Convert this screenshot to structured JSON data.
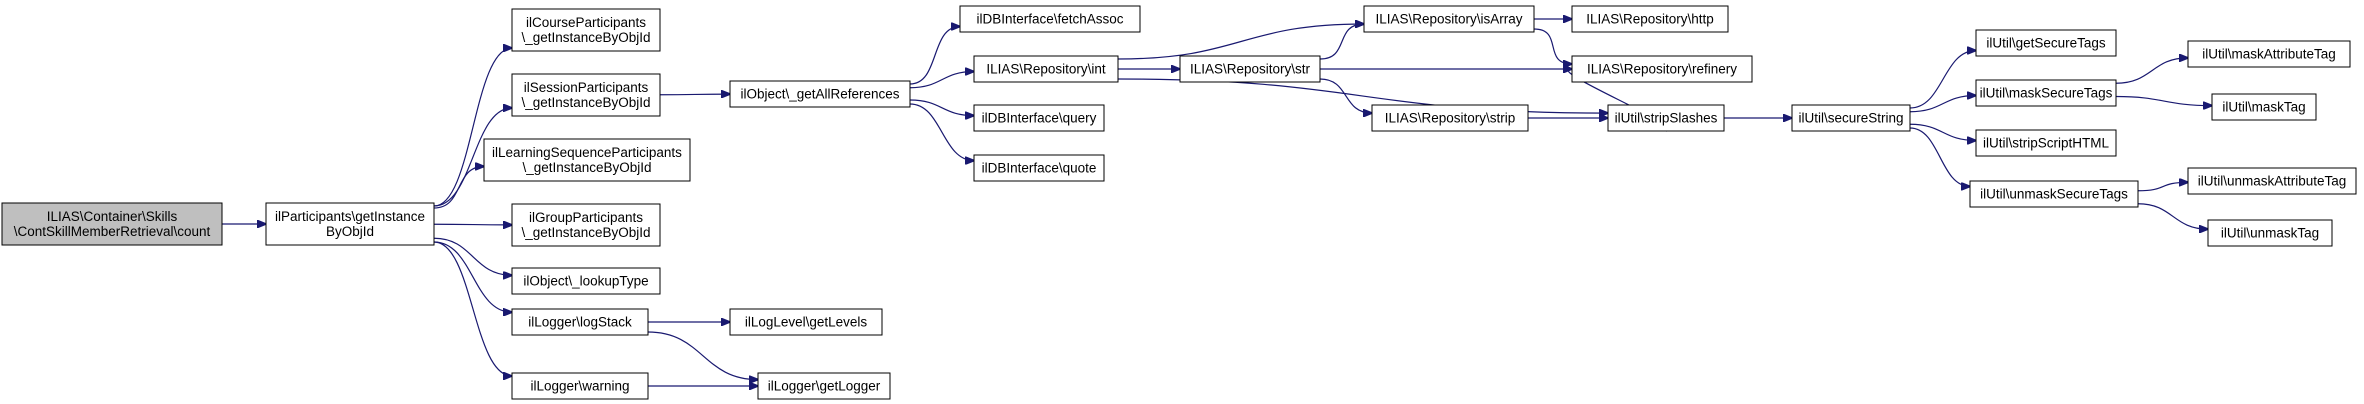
{
  "colors": {
    "edge": "#191970",
    "node_fill": "#ffffff",
    "node_border": "#000000",
    "root_fill": "#bfbfbf",
    "truncated_border": "#ff0000"
  },
  "nodes": [
    {
      "id": "root",
      "lines": [
        "ILIAS\\Container\\Skills",
        "\\ContSkillMemberRetrieval\\count"
      ],
      "style": "root"
    },
    {
      "id": "participants",
      "lines": [
        "ilParticipants\\getInstance",
        "ByObjId"
      ]
    },
    {
      "id": "course",
      "lines": [
        "ilCourseParticipants",
        "\\_getInstanceByObjId"
      ]
    },
    {
      "id": "session",
      "lines": [
        "ilSessionParticipants",
        "\\_getInstanceByObjId"
      ]
    },
    {
      "id": "lso",
      "lines": [
        "ilLearningSequenceParticipants",
        "\\_getInstanceByObjId"
      ]
    },
    {
      "id": "group",
      "lines": [
        "ilGroupParticipants",
        "\\_getInstanceByObjId"
      ]
    },
    {
      "id": "lookup",
      "lines": [
        "ilObject\\_lookupType"
      ]
    },
    {
      "id": "logstack",
      "lines": [
        "ilLogger\\logStack"
      ]
    },
    {
      "id": "warning",
      "lines": [
        "ilLogger\\warning"
      ]
    },
    {
      "id": "getallrefs",
      "lines": [
        "ilObject\\_getAllReferences"
      ]
    },
    {
      "id": "loglevels",
      "lines": [
        "ilLogLevel\\getLevels"
      ]
    },
    {
      "id": "getlogger",
      "lines": [
        "ilLogger\\getLogger"
      ]
    },
    {
      "id": "fetchassoc",
      "lines": [
        "ilDBInterface\\fetchAssoc"
      ]
    },
    {
      "id": "repoint",
      "lines": [
        "ILIAS\\Repository\\int"
      ]
    },
    {
      "id": "query",
      "lines": [
        "ilDBInterface\\query"
      ]
    },
    {
      "id": "quote",
      "lines": [
        "ilDBInterface\\quote"
      ]
    },
    {
      "id": "isarray",
      "lines": [
        "ILIAS\\Repository\\isArray"
      ]
    },
    {
      "id": "str",
      "lines": [
        "ILIAS\\Repository\\str"
      ]
    },
    {
      "id": "strip",
      "lines": [
        "ILIAS\\Repository\\strip"
      ]
    },
    {
      "id": "http",
      "lines": [
        "ILIAS\\Repository\\http"
      ]
    },
    {
      "id": "refinery",
      "lines": [
        "ILIAS\\Repository\\refinery"
      ]
    },
    {
      "id": "stripslashes",
      "lines": [
        "ilUtil\\stripSlashes"
      ]
    },
    {
      "id": "securestring",
      "lines": [
        "ilUtil\\secureString"
      ]
    },
    {
      "id": "getsecuretags",
      "lines": [
        "ilUtil\\getSecureTags"
      ]
    },
    {
      "id": "masksecuretags",
      "lines": [
        "ilUtil\\maskSecureTags"
      ]
    },
    {
      "id": "stripscript",
      "lines": [
        "ilUtil\\stripScriptHTML"
      ]
    },
    {
      "id": "unmasksecuretags",
      "lines": [
        "ilUtil\\unmaskSecureTags"
      ]
    },
    {
      "id": "maskattrtag",
      "lines": [
        "ilUtil\\maskAttributeTag"
      ]
    },
    {
      "id": "masktag",
      "lines": [
        "ilUtil\\maskTag"
      ]
    },
    {
      "id": "unmaskattrtag",
      "lines": [
        "ilUtil\\unmaskAttributeTag"
      ],
      "style": "truncated"
    },
    {
      "id": "unmasktag",
      "lines": [
        "ilUtil\\unmaskTag"
      ]
    }
  ],
  "edges": [
    {
      "from": "root",
      "to": "participants"
    },
    {
      "from": "participants",
      "to": "course"
    },
    {
      "from": "participants",
      "to": "session"
    },
    {
      "from": "participants",
      "to": "lso"
    },
    {
      "from": "participants",
      "to": "group"
    },
    {
      "from": "participants",
      "to": "lookup"
    },
    {
      "from": "participants",
      "to": "logstack"
    },
    {
      "from": "participants",
      "to": "warning"
    },
    {
      "from": "session",
      "to": "getallrefs"
    },
    {
      "from": "getallrefs",
      "to": "fetchassoc"
    },
    {
      "from": "getallrefs",
      "to": "repoint"
    },
    {
      "from": "getallrefs",
      "to": "query"
    },
    {
      "from": "getallrefs",
      "to": "quote"
    },
    {
      "from": "logstack",
      "to": "loglevels"
    },
    {
      "from": "logstack",
      "to": "getlogger"
    },
    {
      "from": "warning",
      "to": "getlogger"
    },
    {
      "from": "repoint",
      "to": "isarray"
    },
    {
      "from": "repoint",
      "to": "str"
    },
    {
      "from": "repoint",
      "to": "stripslashes"
    },
    {
      "from": "str",
      "to": "isarray"
    },
    {
      "from": "str",
      "to": "refinery"
    },
    {
      "from": "str",
      "to": "strip"
    },
    {
      "from": "isarray",
      "to": "http"
    },
    {
      "from": "isarray",
      "to": "refinery"
    },
    {
      "from": "strip",
      "to": "stripslashes"
    },
    {
      "from": "stripslashes",
      "to": "refinery"
    },
    {
      "from": "stripslashes",
      "to": "securestring"
    },
    {
      "from": "securestring",
      "to": "getsecuretags"
    },
    {
      "from": "securestring",
      "to": "masksecuretags"
    },
    {
      "from": "securestring",
      "to": "stripscript"
    },
    {
      "from": "securestring",
      "to": "unmasksecuretags"
    },
    {
      "from": "masksecuretags",
      "to": "maskattrtag"
    },
    {
      "from": "masksecuretags",
      "to": "masktag"
    },
    {
      "from": "unmasksecuretags",
      "to": "unmaskattrtag"
    },
    {
      "from": "unmasksecuretags",
      "to": "unmasktag"
    }
  ]
}
